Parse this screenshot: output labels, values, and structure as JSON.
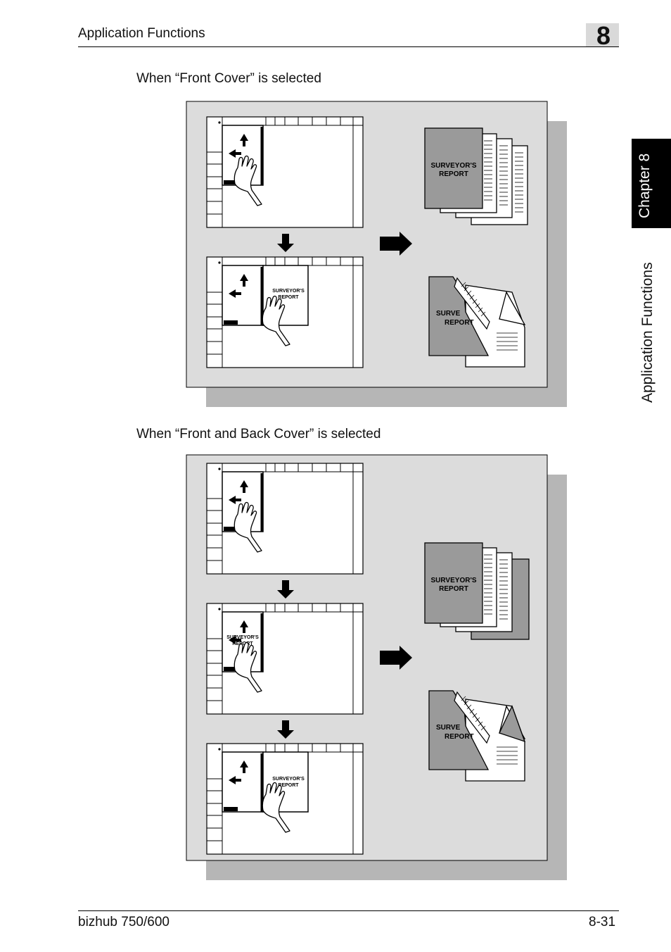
{
  "header": {
    "section_title": "Application Functions",
    "chapter_number": "8"
  },
  "side_tab": {
    "chapter_label": "Chapter 8",
    "section_label": "Application Functions"
  },
  "figures": [
    {
      "caption": "When “Front Cover” is selected",
      "doc_label": "SURVEYOR'S REPORT",
      "doc_label_line1": "SURVEYOR'S",
      "doc_label_line2": "REPORT",
      "partial_label_line1": "SURVE",
      "partial_label_line2": "REPORT"
    },
    {
      "caption": "When “Front and Back Cover” is selected",
      "doc_label": "SURVEYOR'S REPORT",
      "doc_label_line1": "SURVEYOR'S",
      "doc_label_line2": "REPORT",
      "partial_label_line1": "SURVE",
      "partial_label_line2": "REPORT"
    }
  ],
  "colors": {
    "panel": "#dcdcdc",
    "cover": "#9a9a9a",
    "shadow": "#7a7a7a",
    "tab": "#000000"
  },
  "footer": {
    "model": "bizhub 750/600",
    "page": "8-31"
  }
}
